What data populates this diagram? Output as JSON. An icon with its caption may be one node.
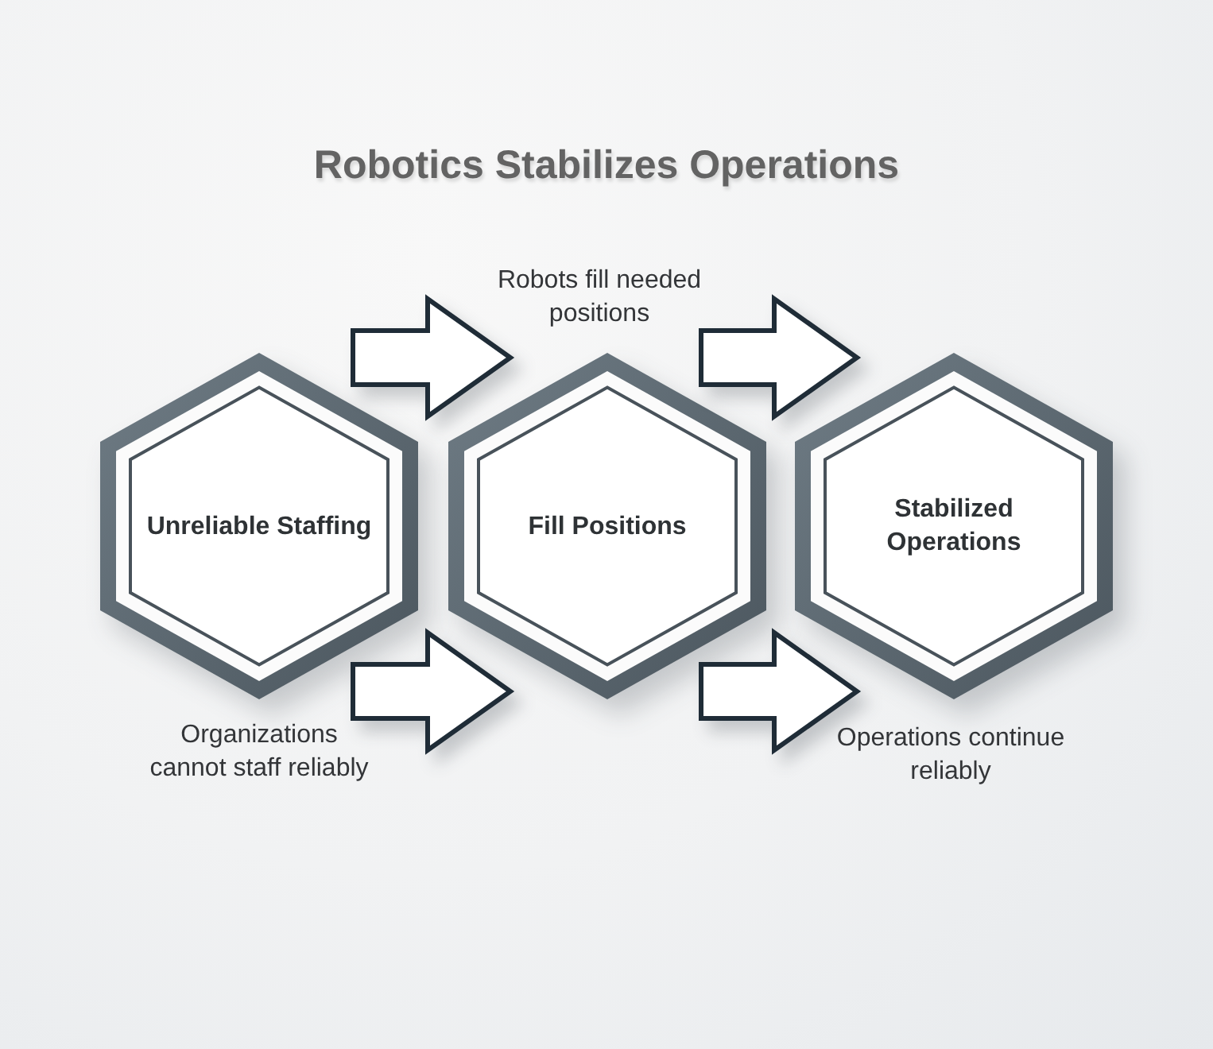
{
  "diagram": {
    "title": "Robotics Stabilizes Operations",
    "nodes": [
      {
        "text": [
          "Unreliable Staffing"
        ],
        "beside": [
          "Organizations cannot staff reliably"
        ]
      },
      {
        "text": [
          "Fill Positions"
        ],
        "beside": [
          "Robots fill needed positions"
        ]
      },
      {
        "text": [
          "Stabilized Operations"
        ],
        "beside": [
          "Operations continue reliably"
        ]
      }
    ],
    "edges": [
      {
        "from": 0,
        "to": 1,
        "arrow": "to"
      },
      {
        "from": 0,
        "to": 1,
        "arrow": "to"
      },
      {
        "from": 1,
        "to": 2,
        "arrow": "to"
      },
      {
        "from": 1,
        "to": 2,
        "arrow": "to"
      }
    ]
  }
}
